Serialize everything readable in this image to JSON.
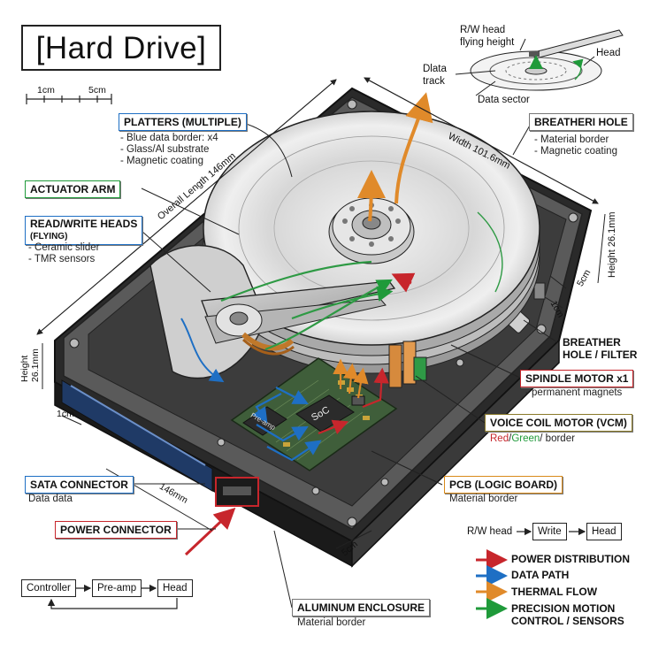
{
  "title": "[Hard Drive]",
  "scale_bar": {
    "left": "1cm",
    "right": "5cm"
  },
  "labels": {
    "platters": {
      "title": "PLATTERS (MULTIPLE)",
      "items": [
        "- Blue data border: x4",
        "- Glass/Al substrate",
        "- Magnetic coating"
      ]
    },
    "actuator_arm": {
      "title": "ACTUATOR ARM"
    },
    "rw_heads": {
      "title": "READ/WRITE HEADS",
      "subtitle": "(FLYING)",
      "items": [
        "- Ceramic slider",
        "- TMR sensors"
      ]
    },
    "breather_top": {
      "title": "BREATHERI HOLE",
      "items": [
        "- Material border",
        "- Magnetic coating"
      ]
    },
    "breather_filter": {
      "line1": "BREATHER",
      "line2": "HOLE / FILTER"
    },
    "spindle": {
      "title": "SPINDLE MOTOR x1",
      "items": [
        "- permanent magnets"
      ]
    },
    "vcm": {
      "title": "VOICE COIL MOTOR (VCM)",
      "red": "Red",
      "slash": "/",
      "green": "Green",
      "rest": "/ border"
    },
    "sata": {
      "title": "SATA CONNECTOR",
      "sub": "Data data"
    },
    "pcb": {
      "title": "PCB (LOGIC BOARD)",
      "sub": "Material border"
    },
    "power": {
      "title": "POWER CONNECTOR"
    },
    "enclosure": {
      "title": "ALUMINUM ENCLOSURE",
      "sub": "Material border"
    }
  },
  "inset": {
    "rw_head_height": [
      "R/W head",
      "flying height"
    ],
    "head": "Head",
    "data_track": [
      "Dlata",
      "track"
    ],
    "data_sector": "Data sector"
  },
  "dimensions": {
    "width": "Width 101.6mm",
    "overall_length": "Overall Length 146mm",
    "height_right": "Height 26.1mm",
    "height_left": [
      "Height",
      "26.1mm"
    ],
    "cm5_right": "5cm",
    "cm1_right": "1cm",
    "cm1_left": "1cm",
    "mm146": "146mm",
    "cm5_bottom": "5cm"
  },
  "pcb_chips": {
    "soc": "SoC",
    "preamp": "Pre-amp"
  },
  "flow_rw": [
    "R/W head",
    "Write",
    "Head"
  ],
  "flow_ctrl": [
    "Controller",
    "Pre-amp",
    "Head"
  ],
  "legend": [
    {
      "label": "POWER DISTRIBUTION",
      "color": "#c7262c"
    },
    {
      "label": "DATA PATH",
      "color": "#1e6fc4"
    },
    {
      "label": "THERMAL FLOW",
      "color": "#e08a2a"
    },
    {
      "label": "PRECISION MOTION",
      "label2": "CONTROL / SENSORS",
      "color": "#1f9a3a"
    }
  ]
}
